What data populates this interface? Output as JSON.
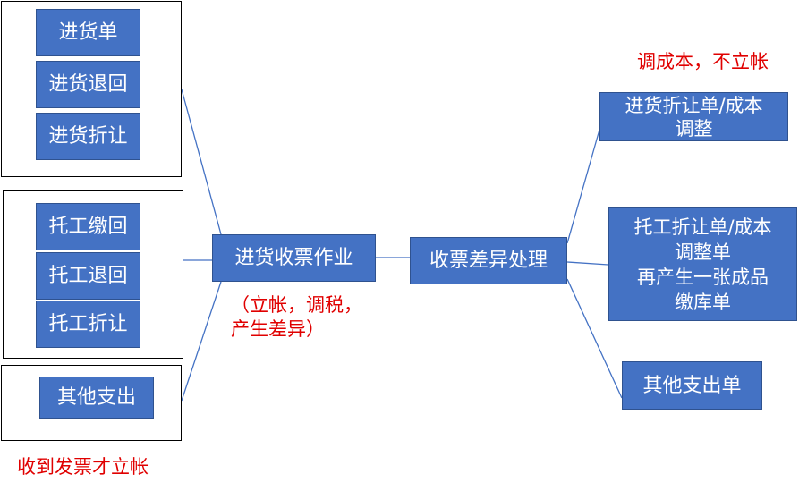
{
  "colors": {
    "box_fill": "#4472c4",
    "box_border": "#2f528f",
    "box_text": "#ffffff",
    "connector": "#4472c4",
    "note_text": "#e00000",
    "frame_border": "#000000"
  },
  "purchase_group": {
    "items": [
      "进货单",
      "进货退回",
      "进货折让"
    ]
  },
  "outsource_group": {
    "items": [
      "托工缴回",
      "托工退回",
      "托工折让"
    ]
  },
  "other_group": {
    "items": [
      "其他支出"
    ]
  },
  "center": {
    "invoice_work": "进货收票作业",
    "invoice_note": "（立帐，调税，\n产生差异）",
    "diff_processing": "收票差异处理"
  },
  "outputs": {
    "top_note": "调成本，不立帐",
    "items": [
      "进货折让单/成本\n调整",
      "托工折让单/成本\n调整单\n再产生一张成品\n缴库单",
      "其他支出单"
    ]
  },
  "bottom_note": "收到发票才立帐"
}
